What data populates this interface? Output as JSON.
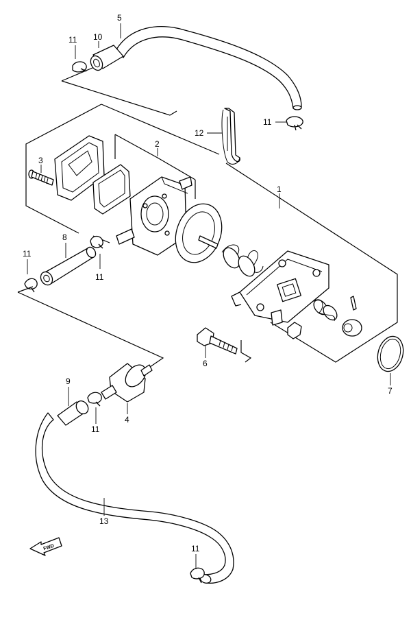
{
  "callouts": {
    "c1": "1",
    "c2": "2",
    "c3": "3",
    "c4": "4",
    "c5": "5",
    "c6": "6",
    "c7": "7",
    "c8": "8",
    "c9": "9",
    "c10": "10",
    "c11a": "11",
    "c11b": "11",
    "c11c": "11",
    "c11d": "11",
    "c11e": "11",
    "c11f": "11",
    "c12": "12",
    "c13": "13"
  },
  "fwd_label": "FWD"
}
